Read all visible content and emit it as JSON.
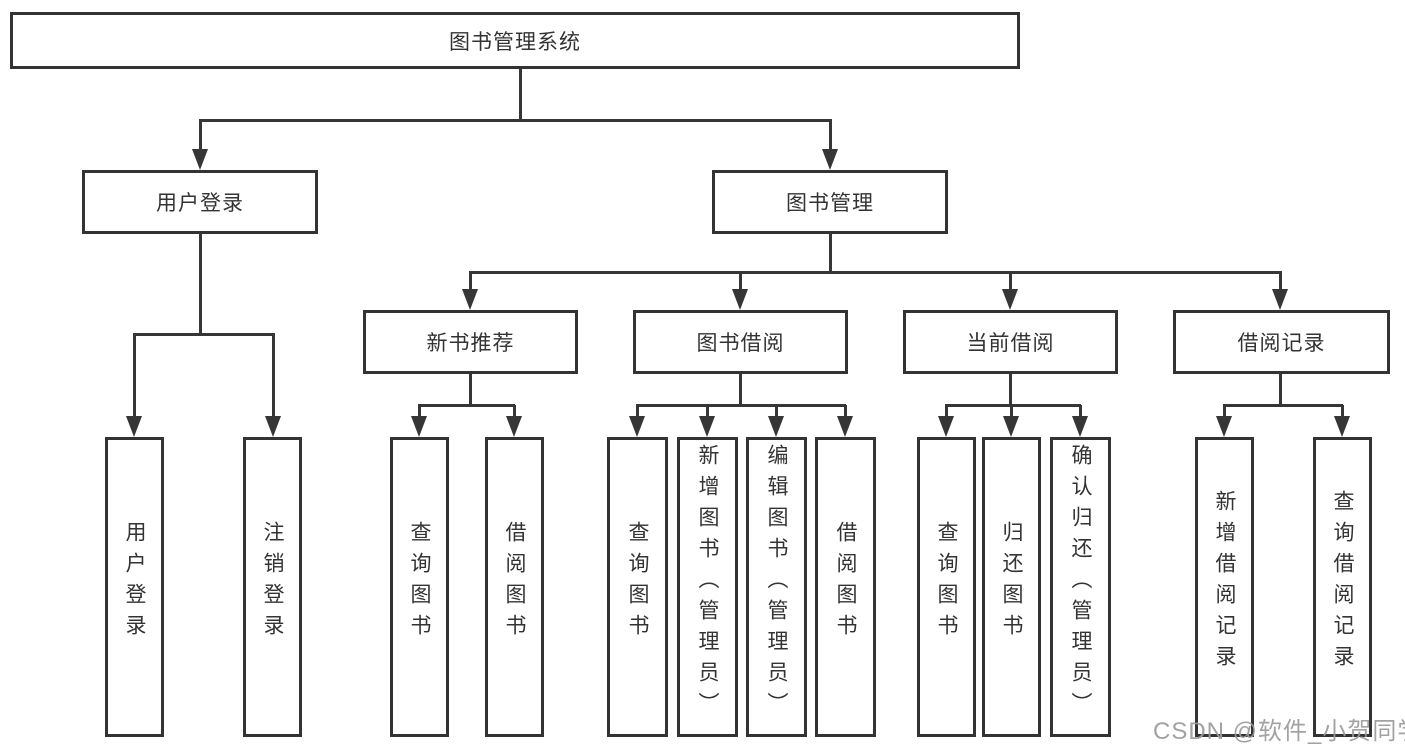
{
  "colors": {
    "line": "#363636",
    "border": "#333333",
    "text": "#333333",
    "watermark": "#9b9b9b",
    "bg": "#ffffff"
  },
  "icons": {
    "arrow-down": "css-triangle-down"
  },
  "watermark": {
    "text": "CSDN @软件_小贺同学"
  },
  "tree": {
    "type": "hierarchy-diagram",
    "root": {
      "label": "图书管理系统",
      "children": [
        {
          "label": "用户登录",
          "children": [
            {
              "label": "用户登录"
            },
            {
              "label": "注销登录"
            }
          ]
        },
        {
          "label": "图书管理",
          "children": [
            {
              "label": "新书推荐",
              "children": [
                {
                  "label": "查询图书"
                },
                {
                  "label": "借阅图书"
                }
              ]
            },
            {
              "label": "图书借阅",
              "children": [
                {
                  "label": "查询图书"
                },
                {
                  "label": "新增图书（管理员）"
                },
                {
                  "label": "编辑图书（管理员）"
                },
                {
                  "label": "借阅图书"
                }
              ]
            },
            {
              "label": "当前借阅",
              "children": [
                {
                  "label": "查询图书"
                },
                {
                  "label": "归还图书"
                },
                {
                  "label": "确认归还（管理员）"
                }
              ]
            },
            {
              "label": "借阅记录",
              "children": [
                {
                  "label": "新增借阅记录"
                },
                {
                  "label": "查询借阅记录"
                }
              ]
            }
          ]
        }
      ]
    }
  }
}
